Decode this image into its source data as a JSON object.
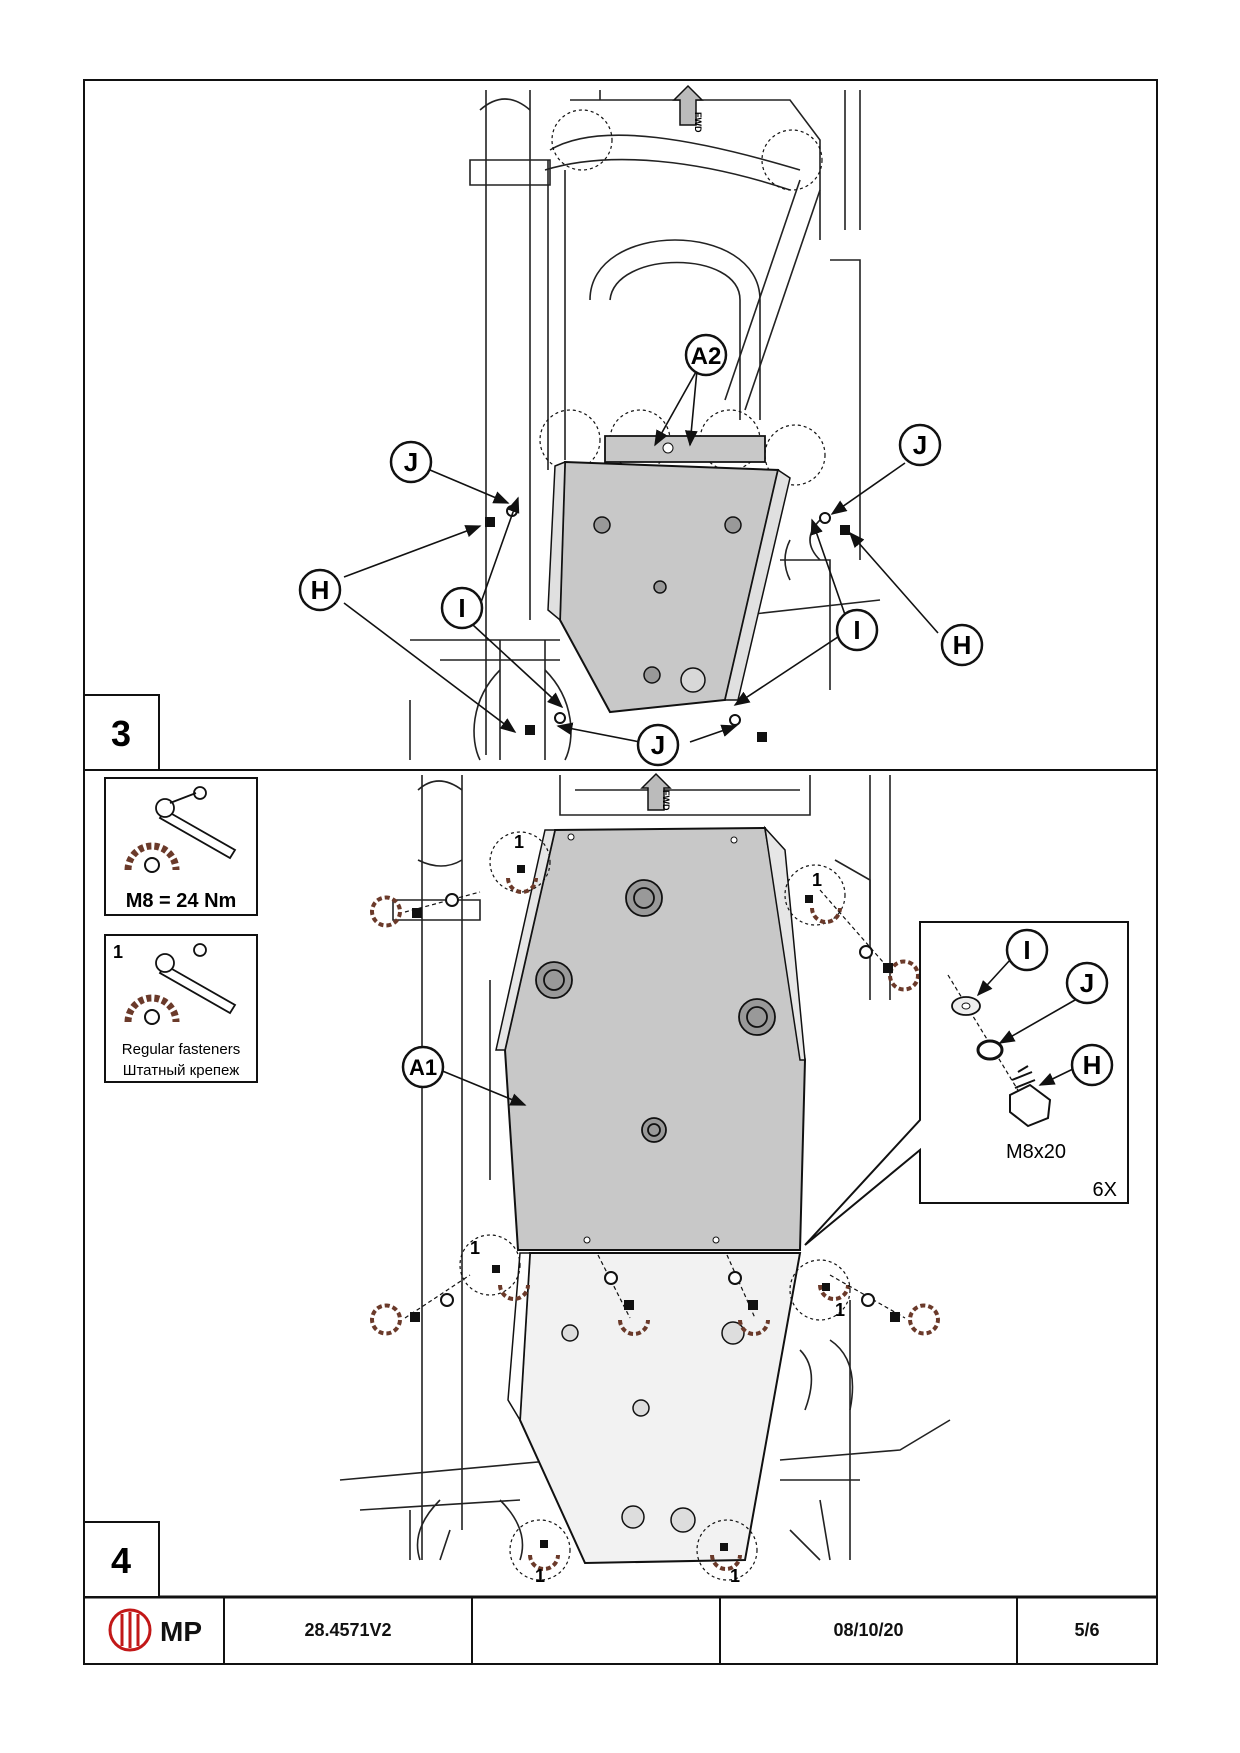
{
  "step3": {
    "number": "3",
    "fwd_label": "FWD",
    "labels": {
      "a2": "A2",
      "j": "J",
      "h": "H",
      "i": "I"
    }
  },
  "step4": {
    "number": "4",
    "fwd_label": "FWD",
    "a1": "A1",
    "mark": "1",
    "torque_box": {
      "text": "M8 = 24 Nm"
    },
    "regular_box": {
      "number": "1",
      "line1": "Regular fasteners",
      "line2": "Штатный крепеж"
    },
    "detail": {
      "i": "I",
      "j": "J",
      "h": "H",
      "bolt": "M8x20",
      "qty": "6X"
    }
  },
  "footer": {
    "logo_text": "MP",
    "part_number": "28.4571V2",
    "blank": "",
    "date": "08/10/20",
    "page": "5/6"
  },
  "colors": {
    "plate": "#c8c8c8",
    "plate_light": "#ededed",
    "rotate": "#6b3a2a",
    "line": "#111111"
  }
}
